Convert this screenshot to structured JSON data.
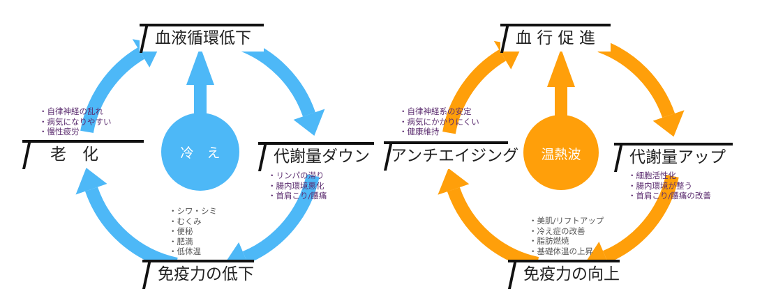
{
  "colors": {
    "cold": "#4db8f7",
    "warm": "#ff9f0a",
    "text_purple": "#5b2c6f",
    "text_grey": "#555555",
    "label_text": "#222222"
  },
  "left_cycle": {
    "center": "冷　え",
    "nodes": {
      "top": "血液循環低下",
      "right": "代謝量ダウン",
      "bottom": "免疫力の低下",
      "left": "老　化"
    },
    "notes": {
      "left": [
        "自律神経の乱れ",
        "病気になりやすい",
        "慢性疲労"
      ],
      "right": [
        "リンパの滞り",
        "腸内環境悪化",
        "首肩こり/腰痛"
      ],
      "bottom": [
        "シワ・シミ",
        "むくみ",
        "便秘",
        "肥満",
        "低体温"
      ]
    }
  },
  "right_cycle": {
    "center": "温熱波",
    "nodes": {
      "top": "血 行 促 進",
      "right": "代謝量アップ",
      "bottom": "免疫力の向上",
      "left": "アンチエイジング"
    },
    "notes": {
      "left": [
        "自律神経系の安定",
        "病気にかかりにくい",
        "健康維持"
      ],
      "right": [
        "細胞活性化",
        "腸内環境が整う",
        "首肩こり/腰痛の改善"
      ],
      "bottom": [
        "美肌/リフトアップ",
        "冷え症の改善",
        "脂肪燃焼",
        "基礎体温の上昇"
      ]
    }
  }
}
